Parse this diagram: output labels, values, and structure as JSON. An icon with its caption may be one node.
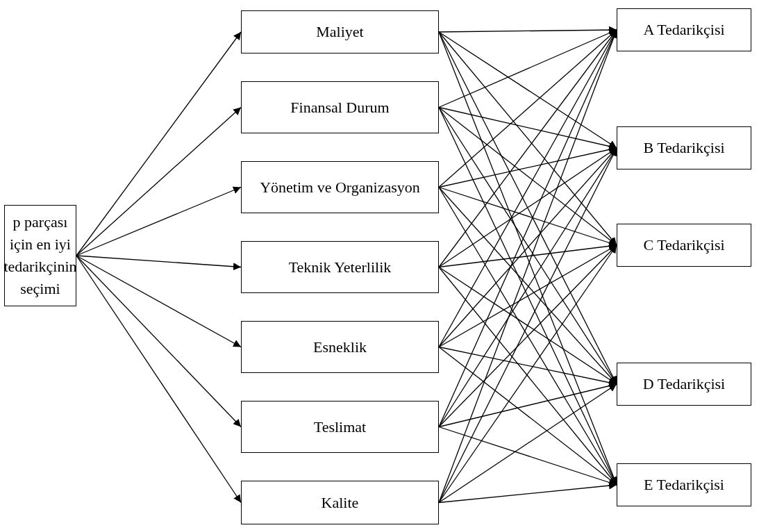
{
  "diagram": {
    "nodes": [
      {
        "text": [
          "p parçası için en iyi tedarikçinin seçimi"
        ]
      },
      {
        "text": [
          "Maliyet"
        ]
      },
      {
        "text": [
          "Finansal Durum"
        ]
      },
      {
        "text": [
          "Yönetim ve Organizasyon"
        ]
      },
      {
        "text": [
          "Teknik Yeterlilik"
        ]
      },
      {
        "text": [
          "Esneklik"
        ]
      },
      {
        "text": [
          "Teslimat"
        ]
      },
      {
        "text": [
          "Kalite"
        ]
      },
      {
        "text": [
          "A Tedarikçisi"
        ]
      },
      {
        "text": [
          "B Tedarikçisi"
        ]
      },
      {
        "text": [
          "C Tedarikçisi"
        ]
      },
      {
        "text": [
          "D Tedarikçisi"
        ]
      },
      {
        "text": [
          "E Tedarikçisi"
        ]
      }
    ],
    "edges": [
      {
        "from": 0,
        "to": 1,
        "arrow": "to"
      },
      {
        "from": 0,
        "to": 2,
        "arrow": "to"
      },
      {
        "from": 0,
        "to": 3,
        "arrow": "to"
      },
      {
        "from": 0,
        "to": 4,
        "arrow": "to"
      },
      {
        "from": 0,
        "to": 5,
        "arrow": "to"
      },
      {
        "from": 0,
        "to": 6,
        "arrow": "to"
      },
      {
        "from": 0,
        "to": 7,
        "arrow": "to"
      },
      {
        "from": 1,
        "to": 8,
        "arrow": "to"
      },
      {
        "from": 1,
        "to": 9,
        "arrow": "to"
      },
      {
        "from": 1,
        "to": 10,
        "arrow": "to"
      },
      {
        "from": 1,
        "to": 11,
        "arrow": "to"
      },
      {
        "from": 1,
        "to": 12,
        "arrow": "to"
      },
      {
        "from": 2,
        "to": 8,
        "arrow": "to"
      },
      {
        "from": 2,
        "to": 9,
        "arrow": "to"
      },
      {
        "from": 2,
        "to": 10,
        "arrow": "to"
      },
      {
        "from": 2,
        "to": 11,
        "arrow": "to"
      },
      {
        "from": 2,
        "to": 12,
        "arrow": "to"
      },
      {
        "from": 3,
        "to": 8,
        "arrow": "to"
      },
      {
        "from": 3,
        "to": 9,
        "arrow": "to"
      },
      {
        "from": 3,
        "to": 10,
        "arrow": "to"
      },
      {
        "from": 3,
        "to": 11,
        "arrow": "to"
      },
      {
        "from": 3,
        "to": 12,
        "arrow": "to"
      },
      {
        "from": 4,
        "to": 8,
        "arrow": "to"
      },
      {
        "from": 4,
        "to": 9,
        "arrow": "to"
      },
      {
        "from": 4,
        "to": 10,
        "arrow": "to"
      },
      {
        "from": 4,
        "to": 11,
        "arrow": "to"
      },
      {
        "from": 4,
        "to": 12,
        "arrow": "to"
      },
      {
        "from": 5,
        "to": 8,
        "arrow": "to"
      },
      {
        "from": 5,
        "to": 9,
        "arrow": "to"
      },
      {
        "from": 5,
        "to": 10,
        "arrow": "to"
      },
      {
        "from": 5,
        "to": 11,
        "arrow": "to"
      },
      {
        "from": 5,
        "to": 12,
        "arrow": "to"
      },
      {
        "from": 6,
        "to": 8,
        "arrow": "to"
      },
      {
        "from": 6,
        "to": 9,
        "arrow": "to"
      },
      {
        "from": 6,
        "to": 10,
        "arrow": "to"
      },
      {
        "from": 6,
        "to": 11,
        "arrow": "to"
      },
      {
        "from": 6,
        "to": 12,
        "arrow": "to"
      },
      {
        "from": 7,
        "to": 8,
        "arrow": "to"
      },
      {
        "from": 7,
        "to": 9,
        "arrow": "to"
      },
      {
        "from": 7,
        "to": 10,
        "arrow": "to"
      },
      {
        "from": 7,
        "to": 11,
        "arrow": "to"
      },
      {
        "from": 7,
        "to": 12,
        "arrow": "to"
      }
    ]
  }
}
